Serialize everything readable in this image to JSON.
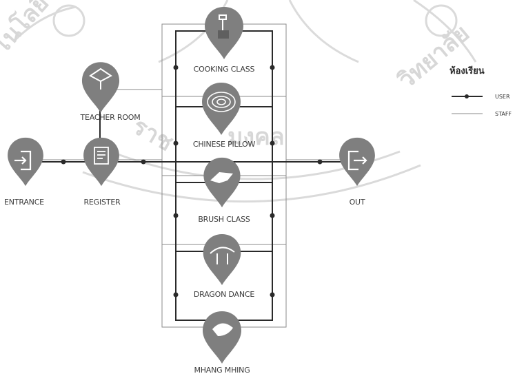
{
  "legend": {
    "title": "ห้องเรียน",
    "items": [
      {
        "label": "USER",
        "style": "thick-dotted"
      },
      {
        "label": "STAFF",
        "style": "thin"
      }
    ]
  },
  "nodes": {
    "cooking_class": "COOKING CLASS",
    "teacher_room": "TEACHER ROOM",
    "chinese_pillow": "CHINESE PILLOW",
    "entrance": "ENTRANCE",
    "register": "REGISTER",
    "out": "OUT",
    "brush_class": "BRUSH CLASS",
    "dragon_dance": "DRAGON DANCE",
    "mhang_mhing": "MHANG MHING"
  },
  "colors": {
    "pin": "#7f7f7f",
    "user_line": "#2a2a2a",
    "staff_line": "#8a8a8a",
    "watermark": "#d3d3d3"
  }
}
